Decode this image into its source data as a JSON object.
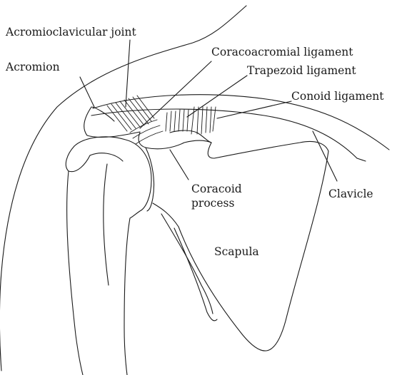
{
  "labels": {
    "acromioclavicular_joint": "Acromioclavicular joint",
    "acromion": "Acromion",
    "coracoacromial_ligament": "Coracoacromial ligament",
    "trapezoid_ligament": "Trapezoid ligament",
    "conoid_ligament": "Conoid ligament",
    "coracoid_process_line1": "Coracoid",
    "coracoid_process_line2": "process",
    "clavicle": "Clavicle",
    "scapula": "Scapula"
  },
  "colors": {
    "ink": "#1a1a1a",
    "background": "#ffffff"
  }
}
